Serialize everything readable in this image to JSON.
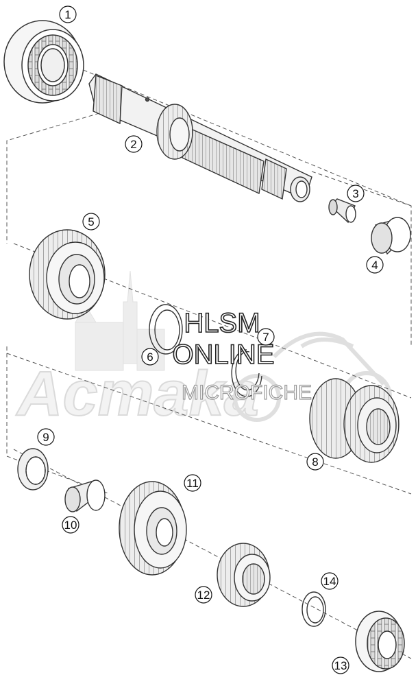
{
  "diagram": {
    "parts": [
      {
        "no": "1"
      },
      {
        "no": "2"
      },
      {
        "no": "3"
      },
      {
        "no": "4"
      },
      {
        "no": "5"
      },
      {
        "no": "6"
      },
      {
        "no": "7"
      },
      {
        "no": "8"
      },
      {
        "no": "9"
      },
      {
        "no": "10"
      },
      {
        "no": "11"
      },
      {
        "no": "12"
      },
      {
        "no": "13"
      },
      {
        "no": "14"
      }
    ]
  },
  "watermark": {
    "line1": "HLSM",
    "line2": "ONLINE",
    "line3": "MICROFICHE",
    "logo": "Acmaka"
  }
}
